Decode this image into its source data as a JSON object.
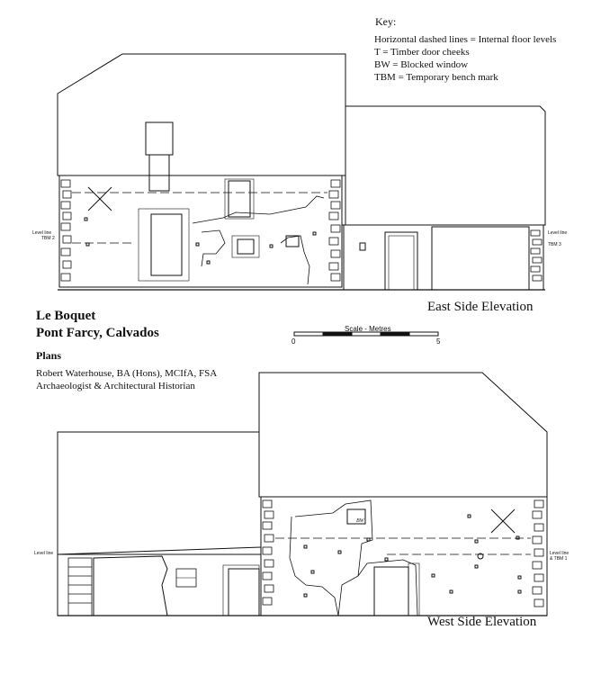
{
  "key": {
    "title": "Key:",
    "lines": [
      "Horizontal dashed lines = Internal floor levels",
      "T = Timber door cheeks",
      "BW = Blocked window",
      "TBM = Temporary bench mark"
    ]
  },
  "title": {
    "line1": "Le Boquet",
    "line2": "Pont Farcy, Calvados",
    "plans": "Plans",
    "author": "Robert Waterhouse, BA (Hons), MCIfA, FSA",
    "role": "Archaeologist & Architectural Historian"
  },
  "scale": {
    "label": "Scale - Metres",
    "min": "0",
    "max": "5"
  },
  "east": {
    "caption": "East Side Elevation",
    "level_left": "Level line",
    "tbm_left": "TBM 2",
    "level_right": "Level line",
    "tbm_right": "TBM 3"
  },
  "west": {
    "caption": "West Side Elevation",
    "bw": "BW",
    "level_left": "Level line",
    "level_right": "Level line",
    "tbm_right": "& TBM 1"
  }
}
